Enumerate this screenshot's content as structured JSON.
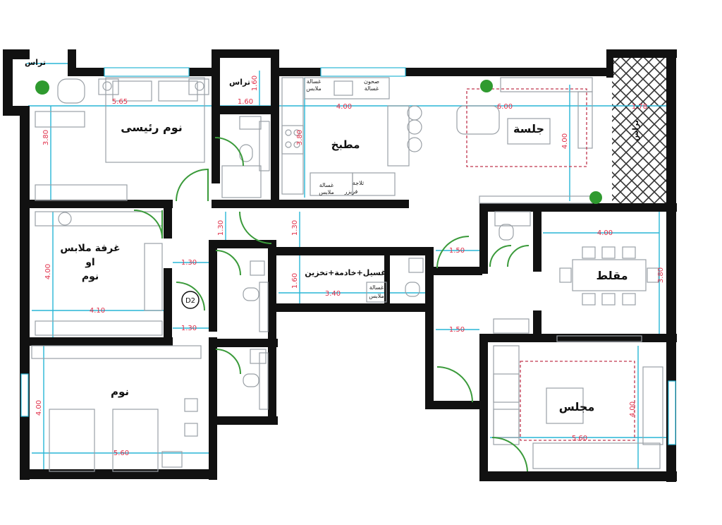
{
  "colors": {
    "wall": "#111111",
    "dimension_line": "#28b6d6",
    "dimension_text": "#e0304a",
    "furniture": "#9aa0a6",
    "door": "#3a9a3a",
    "rug": "#c0364e",
    "plant": "#2f9a2f"
  },
  "rooms": {
    "master_bedroom": "نوم رئيسى",
    "terrace_1": "تراس",
    "terrace_2": "تراس",
    "terrace_3": "تراس",
    "kitchen": "مطبخ",
    "sitting": "جلسة",
    "dressing_line1": "غرفة ملابس",
    "dressing_line2": "او",
    "dressing_line3": "نوم",
    "laundry": "غسيل+خادمة+تخزين",
    "dining": "مقلط",
    "bedroom": "نوم",
    "majlis": "مجلس"
  },
  "appliances": {
    "dishwasher_1": "صحون",
    "dishwasher_2": "غسالة",
    "washer_1": "غسالة",
    "washer_2": "ملابس",
    "fridge": "ثلاجة",
    "freezer": "فريزر",
    "dryer_1": "غسالة",
    "dryer_2": "ملابس",
    "stack_1": "غسالة",
    "stack_2": "ملابس"
  },
  "door_tag": "D2",
  "dimensions": {
    "master_width": "5.65",
    "master_height": "3.80",
    "terrace_depth": "1.60",
    "terrace_width": "1.60",
    "kitchen_width": "4.00",
    "kitchen_height": "3.80",
    "sitting_width": "6.00",
    "sitting_height": "4.00",
    "terrace3_width": "1.78",
    "corridor_1": "1.30",
    "corridor_2": "1.30",
    "dressing_height": "4.00",
    "dressing_width": "4.10",
    "hall_1": "1.30",
    "hall_2": "1.30",
    "laundry_height": "1.60",
    "laundry_width": "3.40",
    "entry_1": "1.50",
    "entry_2": "1.50",
    "dining_width": "4.00",
    "dining_height": "3.80",
    "bedroom_height": "4.00",
    "bedroom_width": "5.60",
    "majlis_width": "5.60",
    "majlis_height": "4.00"
  }
}
